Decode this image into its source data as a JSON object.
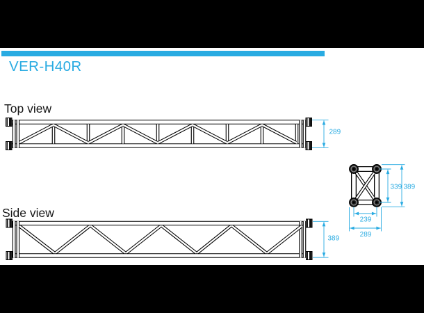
{
  "header": {
    "product_code": "VER-H40R",
    "accent_color": "#29ABE2"
  },
  "views": {
    "top_view": {
      "label": "Top view",
      "height_dim": "289"
    },
    "side_view": {
      "label": "Side view",
      "height_dim": "389"
    },
    "cross_section": {
      "center_height_dim": "339",
      "outer_height_dim": "389",
      "center_width_dim": "239",
      "outer_width_dim": "289"
    }
  }
}
